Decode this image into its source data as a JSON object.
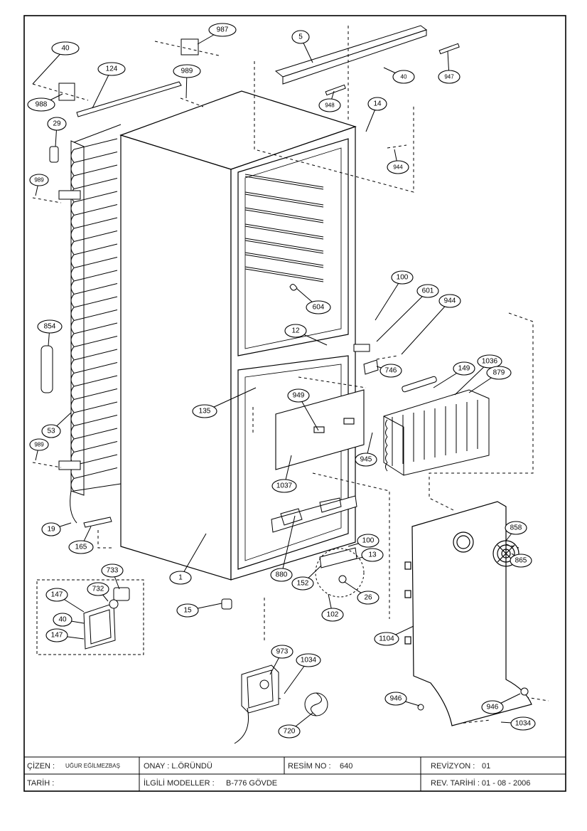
{
  "drawing": {
    "part_labels": [
      "40",
      "987",
      "5",
      "124",
      "989",
      "988",
      "29",
      "989",
      "854",
      "53",
      "989",
      "19",
      "165",
      "14",
      "944",
      "947",
      "948",
      "40",
      "604",
      "12",
      "135",
      "100",
      "601",
      "944",
      "746",
      "149",
      "1036",
      "879",
      "949",
      "945",
      "1037",
      "880",
      "100",
      "13",
      "152",
      "26",
      "102",
      "1",
      "15",
      "733",
      "732",
      "147",
      "40",
      "147",
      "973",
      "1034",
      "720",
      "858",
      "865",
      "1104",
      "946",
      "946",
      "1034"
    ]
  },
  "title_block": {
    "drawn_by_label": "ÇİZEN :",
    "drawn_by_value": "UĞUR EĞİLMEZBAŞ",
    "approved_label": "ONAY : L.ÖRÜNDÜ",
    "drawing_no_label": "RESİM NO :",
    "drawing_no_value": "640",
    "revision_label": "REVİZYON :",
    "revision_value": "01",
    "date_label": "TARİH :",
    "models_label": "İLGİLİ MODELLER :",
    "models_value": "B-776 GÖVDE",
    "rev_date_label": "REV. TARİHİ : 01 - 08 - 2006"
  }
}
